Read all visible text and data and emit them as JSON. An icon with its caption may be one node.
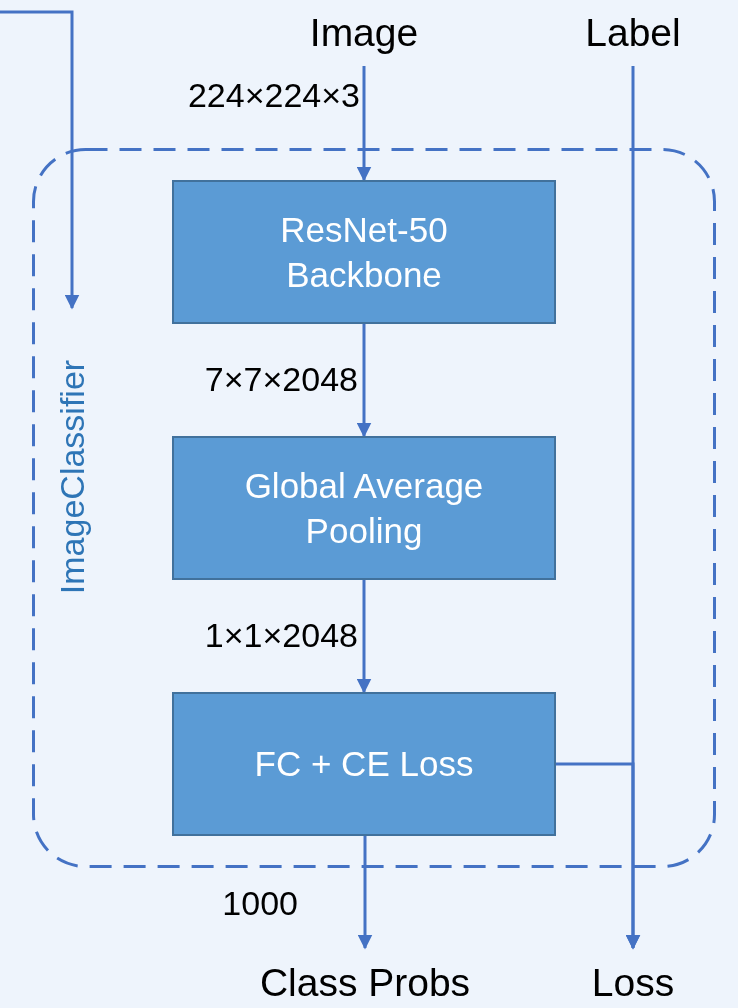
{
  "diagram": {
    "nodes": [
      {
        "text": [
          "ImageClassifier"
        ]
      },
      {
        "text": [
          "Image"
        ]
      },
      {
        "text": [
          "Label"
        ]
      },
      {
        "text": [
          "ResNet-50 Backbone"
        ],
        "in": 0
      },
      {
        "text": [
          "Global Average Pooling"
        ],
        "in": 0
      },
      {
        "text": [
          "FC + CE Loss"
        ],
        "in": 0
      },
      {
        "text": [
          "Class Probs"
        ]
      },
      {
        "text": [
          "Loss"
        ]
      }
    ],
    "edges": [
      {
        "from": null,
        "to": 0,
        "arrow": "to"
      },
      {
        "from": 1,
        "to": 3,
        "arrow": "to",
        "label": "224×224×3"
      },
      {
        "from": 3,
        "to": 4,
        "arrow": "to",
        "label": "7×7×2048"
      },
      {
        "from": 4,
        "to": 5,
        "arrow": "to",
        "label": "1×1×2048"
      },
      {
        "from": 5,
        "to": 6,
        "arrow": "to",
        "label": "1000"
      },
      {
        "from": 2,
        "to": 7,
        "arrow": "to"
      },
      {
        "from": 5,
        "to": 7,
        "arrow": "to"
      }
    ]
  }
}
